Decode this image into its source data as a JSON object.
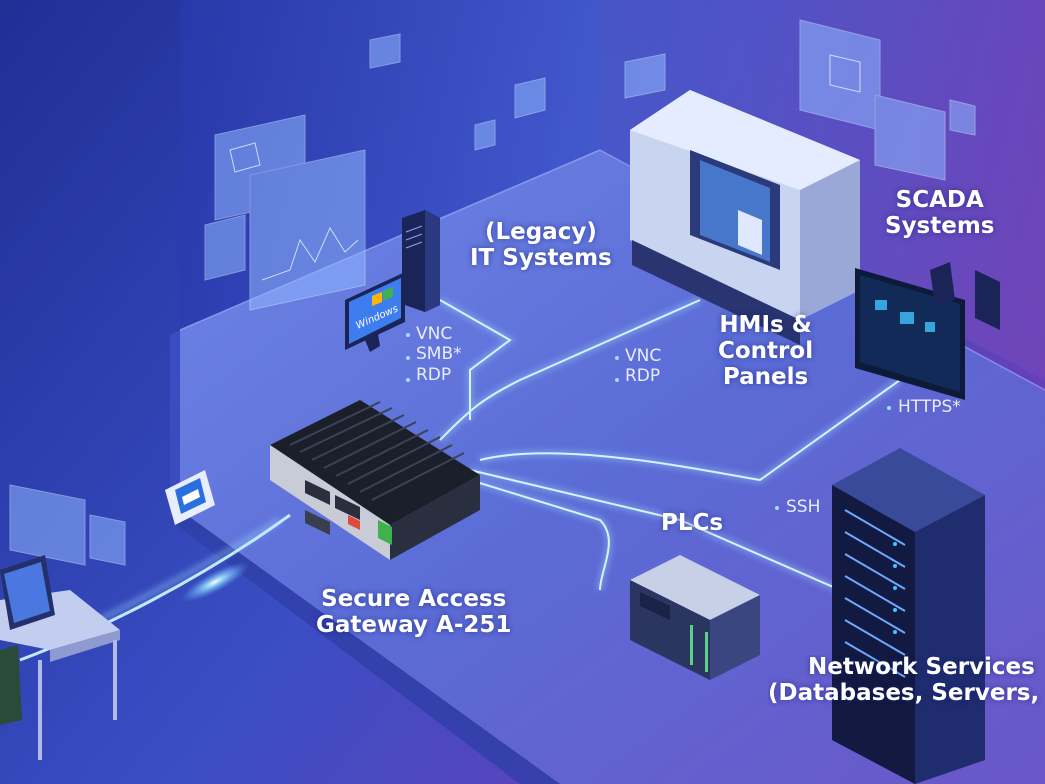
{
  "labels": {
    "legacy_it": [
      "(Legacy)",
      "IT Systems"
    ],
    "scada": [
      "SCADA",
      "Systems"
    ],
    "hmi": [
      "HMIs &",
      "Control",
      "Panels"
    ],
    "plcs": "PLCs",
    "gateway": [
      "Secure Access",
      "Gateway A-251"
    ],
    "network_services": [
      "Network Services",
      "(Databases, Servers,"
    ]
  },
  "protocols": {
    "legacy_it": [
      "VNC",
      "SMB*",
      "RDP"
    ],
    "hmi": [
      "VNC",
      "RDP"
    ],
    "scada": [
      "HTTPS*"
    ],
    "network_services": [
      "SSH"
    ]
  },
  "monitor_text": "Windows",
  "colors": {
    "background_left": "#1f2f96",
    "background_right": "#6a3fb8",
    "floor": "#5a6fd8",
    "glow": "#7fd8ff",
    "label": "#ffffff"
  }
}
